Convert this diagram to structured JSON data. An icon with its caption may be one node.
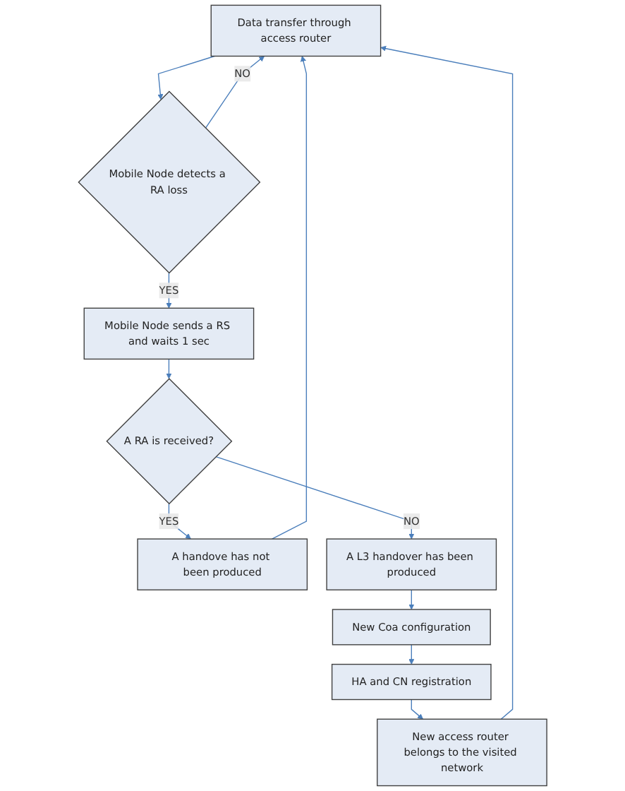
{
  "diagram": {
    "nodes": [
      {
        "text": [
          "Data transfer through access router"
        ]
      },
      {
        "text": [
          "Mobile Node detects a RA loss"
        ]
      },
      {
        "text": [
          "Mobile Node sends a RS and waits 1 sec"
        ]
      },
      {
        "text": [
          "A RA is received?"
        ]
      },
      {
        "text": [
          "A handove has not been produced"
        ]
      },
      {
        "text": [
          "A L3 handover has been produced"
        ]
      },
      {
        "text": [
          "New Coa configuration"
        ]
      },
      {
        "text": [
          "HA and CN registration"
        ]
      },
      {
        "text": [
          "New access router belongs to the visited network"
        ]
      }
    ],
    "edges": [
      {
        "from": 0,
        "to": 1,
        "arrow": "to"
      },
      {
        "from": 1,
        "to": 0,
        "arrow": "to",
        "label": "NO"
      },
      {
        "from": 1,
        "to": 2,
        "arrow": "to",
        "label": "YES"
      },
      {
        "from": 2,
        "to": 3,
        "arrow": "to"
      },
      {
        "from": 3,
        "to": 4,
        "arrow": "to",
        "label": "YES"
      },
      {
        "from": 3,
        "to": 5,
        "arrow": "to",
        "label": "NO"
      },
      {
        "from": 4,
        "to": 0,
        "arrow": "to"
      },
      {
        "from": 5,
        "to": 6,
        "arrow": "to"
      },
      {
        "from": 6,
        "to": 7,
        "arrow": "to"
      },
      {
        "from": 7,
        "to": 8,
        "arrow": "to"
      },
      {
        "from": 8,
        "to": 0,
        "arrow": "to"
      }
    ]
  }
}
